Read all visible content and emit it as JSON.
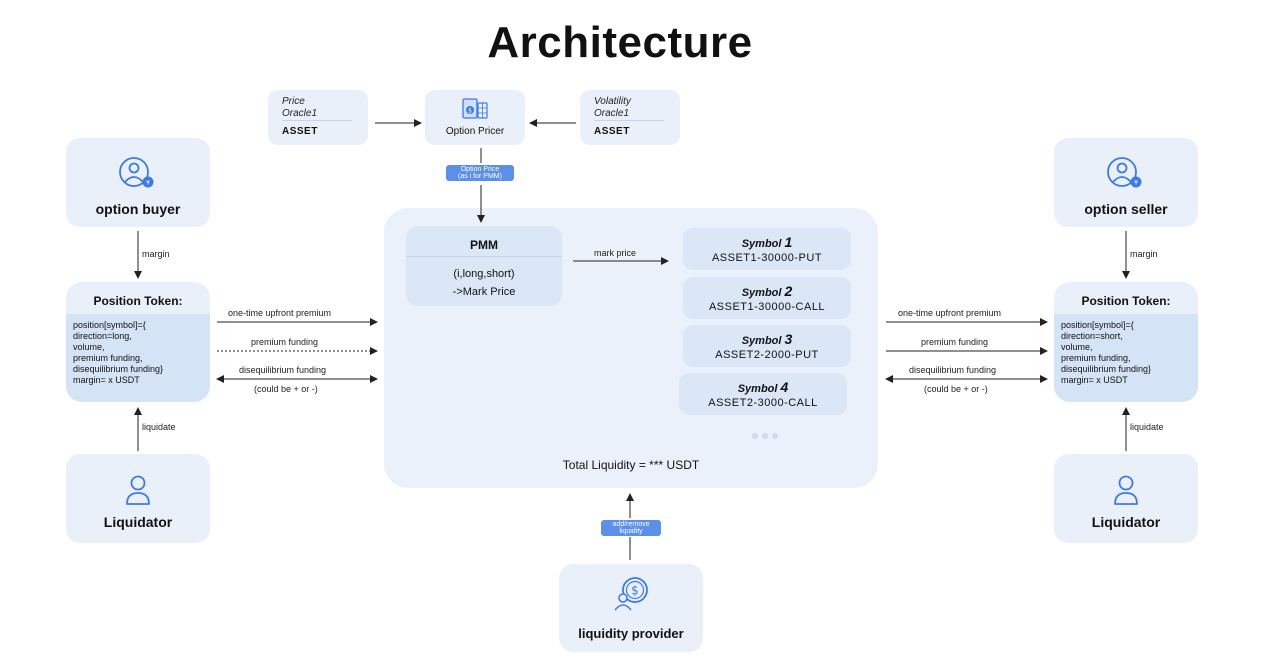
{
  "title": "Architecture",
  "oracles": {
    "price": {
      "name_line1": "Price",
      "name_line2": "Oracle1",
      "asset": "ASSET"
    },
    "volatility": {
      "name_line1": "Volatility",
      "name_line2": "Oracle1",
      "asset": "ASSET"
    }
  },
  "pricer": {
    "label": "Option Pricer",
    "icon": "calculator-icon"
  },
  "option_price_pill": {
    "line1": "Option Price",
    "line2": "(as i for PMM)"
  },
  "pmm": {
    "title": "PMM",
    "line1": "(i,long,short)",
    "line2": "->Mark Price"
  },
  "mark_price_label": "mark price",
  "symbols": [
    {
      "label": "Symbol",
      "num": "1",
      "code": "ASSET1-30000-PUT"
    },
    {
      "label": "Symbol",
      "num": "2",
      "code": "ASSET1-30000-CALL"
    },
    {
      "label": "Symbol",
      "num": "3",
      "code": "ASSET2-2000-PUT"
    },
    {
      "label": "Symbol",
      "num": "4",
      "code": "ASSET2-3000-CALL"
    }
  ],
  "total_liquidity": "Total Liquidity = *** USDT",
  "add_remove_pill": {
    "line1": "add/remove",
    "line2": "liquidity"
  },
  "liquidity_provider": {
    "label": "liquidity provider",
    "icon": "coin-user-icon"
  },
  "buyer": {
    "label": "option buyer",
    "icon": "user-badge-icon"
  },
  "seller": {
    "label": "option seller",
    "icon": "user-badge-icon"
  },
  "margin_label": "margin",
  "liquidate_label": "liquidate",
  "liquidator_label": "Liquidator",
  "position_left": {
    "title": "Position Token:",
    "body": "position[symbol]={\ndirection=long,\nvolume,\npremium funding,\ndisequilibrium funding}\nmargin= x USDT"
  },
  "position_right": {
    "title": "Position Token:",
    "body": "position[symbol]={\ndirection=short,\nvolume,\npremium funding,\ndisequilibrium funding}\nmargin= x USDT"
  },
  "flows": {
    "upfront": "one-time upfront premium",
    "premium": "premium funding",
    "diseq": "disequilibrium funding",
    "sign": "(could be + or -)"
  },
  "colors": {
    "box": "#e9f0fa",
    "box_dark": "#dbe6f6",
    "accent": "#5b8fe8"
  }
}
